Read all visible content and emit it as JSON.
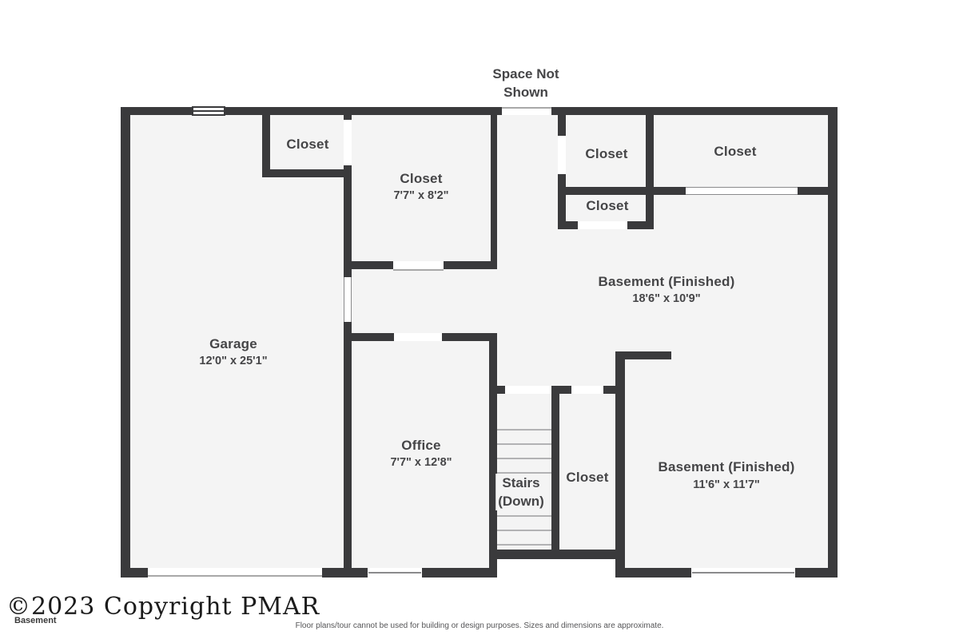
{
  "annotation": {
    "line1": "Space Not",
    "line2": "Shown"
  },
  "rooms": {
    "garage": {
      "label": "Garage",
      "dims": "12'0\" x 25'1\""
    },
    "closet_garage": {
      "label": "Closet"
    },
    "closet_main": {
      "label": "Closet",
      "dims": "7'7\" x 8'2\""
    },
    "closet_tr_upper": {
      "label": "Closet"
    },
    "closet_tr_big": {
      "label": "Closet"
    },
    "closet_tr_lower": {
      "label": "Closet"
    },
    "basement_upper": {
      "label": "Basement (Finished)",
      "dims": "18'6\" x 10'9\""
    },
    "office": {
      "label": "Office",
      "dims": "7'7\" x 12'8\""
    },
    "stairs": {
      "label": "Stairs",
      "sublabel": "(Down)"
    },
    "closet_mid": {
      "label": "Closet"
    },
    "basement_lower": {
      "label": "Basement (Finished)",
      "dims": "11'6\" x 11'7\""
    }
  },
  "footer": {
    "copyright": "©2023 Copyright PMAR",
    "floor_label": "Basement",
    "disclaimer": "Floor plans/tour cannot be used for building or design purposes. Sizes and dimensions are approximate."
  },
  "colors": {
    "wall": "#3a3a3c",
    "floor": "#f4f4f4",
    "text": "#454547"
  }
}
